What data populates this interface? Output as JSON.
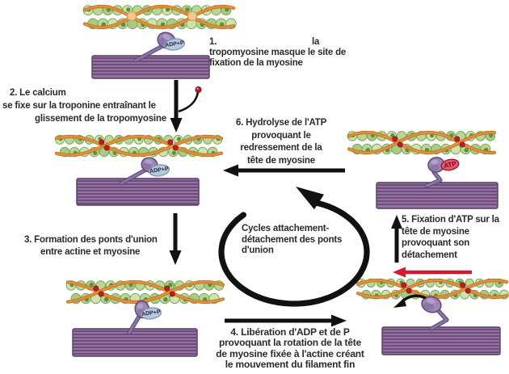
{
  "figure": "Cycle attachement-détachement des ponts d'union entre actine et myosine",
  "steps": {
    "step1": {
      "num": "1.",
      "word": "la",
      "line2": "tropomyosine masque le site de",
      "line3": "fixation de la myosine"
    },
    "step2": {
      "lines": [
        "2. Le calcium",
        "se fixe sur la troponine entraînant le",
        "glissement de la tropomyosine"
      ]
    },
    "step3": {
      "lines": [
        "3. Formation des ponts d'union",
        "entre actine et myosine"
      ]
    },
    "step4": {
      "lines": [
        "4. Libération d'ADP et de P",
        "provoquant la rotation de la tête",
        "de myosine fixée à l'actine créant",
        "le mouvement du filament fin"
      ]
    },
    "step5": {
      "lines": [
        "5. Fixation d'ATP sur la",
        "tête de myosine",
        "provoquant son",
        "détachement"
      ]
    },
    "step6": {
      "lines": [
        "6. Hydrolyse de l'ATP",
        "provoquant le",
        "redressement de la",
        "tête de myosine"
      ]
    }
  },
  "cycle_label": {
    "lines": [
      "Cycles attachement-",
      "détachement des ponts",
      "d'union"
    ]
  },
  "molecule_labels": {
    "adp": "ADP+P",
    "atp": "ATP"
  },
  "colors": {
    "text": "#2b2b2b",
    "arrow_black": "#111111",
    "arrow_red": "#cf1b2b",
    "actin_bead": "#b9d794",
    "actin_bead_dark": "#5e8f3d",
    "tropomyosin": "#e0913b",
    "troponin_tan": "#f2c88f",
    "calcium_red": "#c01c24",
    "myosin": "#9c87b5",
    "myosin_outline": "#5e4b79",
    "thick_filament": "#94729f",
    "thick_filament_stripe": "#6d4d7c",
    "adp_ellipse": "#b9c8e2",
    "atp_ellipse": "#e4586e"
  }
}
